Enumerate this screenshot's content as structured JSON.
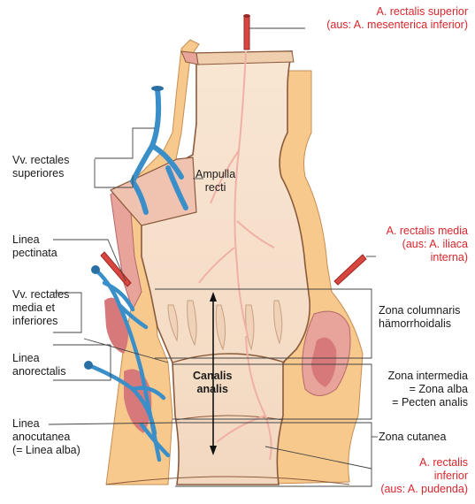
{
  "colors": {
    "wall_outer": "#f7c98c",
    "wall_inner": "#f5ddc4",
    "lumen": "#fae8d8",
    "muscle": "#e8a39a",
    "sphincter": "#d7787a",
    "vein": "#3b8fc9",
    "artery": "#d9453f",
    "outline": "#8a5a3c",
    "label_red": "#d9252b",
    "label_black": "#1a1a1a",
    "leader": "#444444"
  },
  "labels": {
    "a_rectalis_superior": [
      "A. rectalis superior",
      "(aus: A. mesenterica inferior)"
    ],
    "vv_rectales_superiores": [
      "Vv. rectales",
      "superiores"
    ],
    "ampulla_recti": [
      "Ampulla",
      "recti"
    ],
    "linea_pectinata": [
      "Linea",
      "pectinata"
    ],
    "a_rectalis_media": [
      "A. rectalis media",
      "(aus: A. iliaca",
      "interna)"
    ],
    "vv_rectales_media": [
      "Vv. rectales",
      "media et",
      "inferiores"
    ],
    "zona_columnaris": [
      "Zona columnaris",
      "hämorrhoidalis"
    ],
    "linea_anorectalis": [
      "Linea",
      "anorectalis"
    ],
    "canalis_analis": [
      "Canalis",
      "analis"
    ],
    "zona_intermedia": [
      "Zona intermedia",
      "= Zona alba",
      "= Pecten analis"
    ],
    "linea_anocutanea": [
      "Linea",
      "anocutanea",
      "(= Linea alba)"
    ],
    "zona_cutanea": [
      "Zona cutanea"
    ],
    "a_rectalis_inferior": [
      "A. rectalis",
      "inferior",
      "(aus: A. pudenda)"
    ]
  }
}
